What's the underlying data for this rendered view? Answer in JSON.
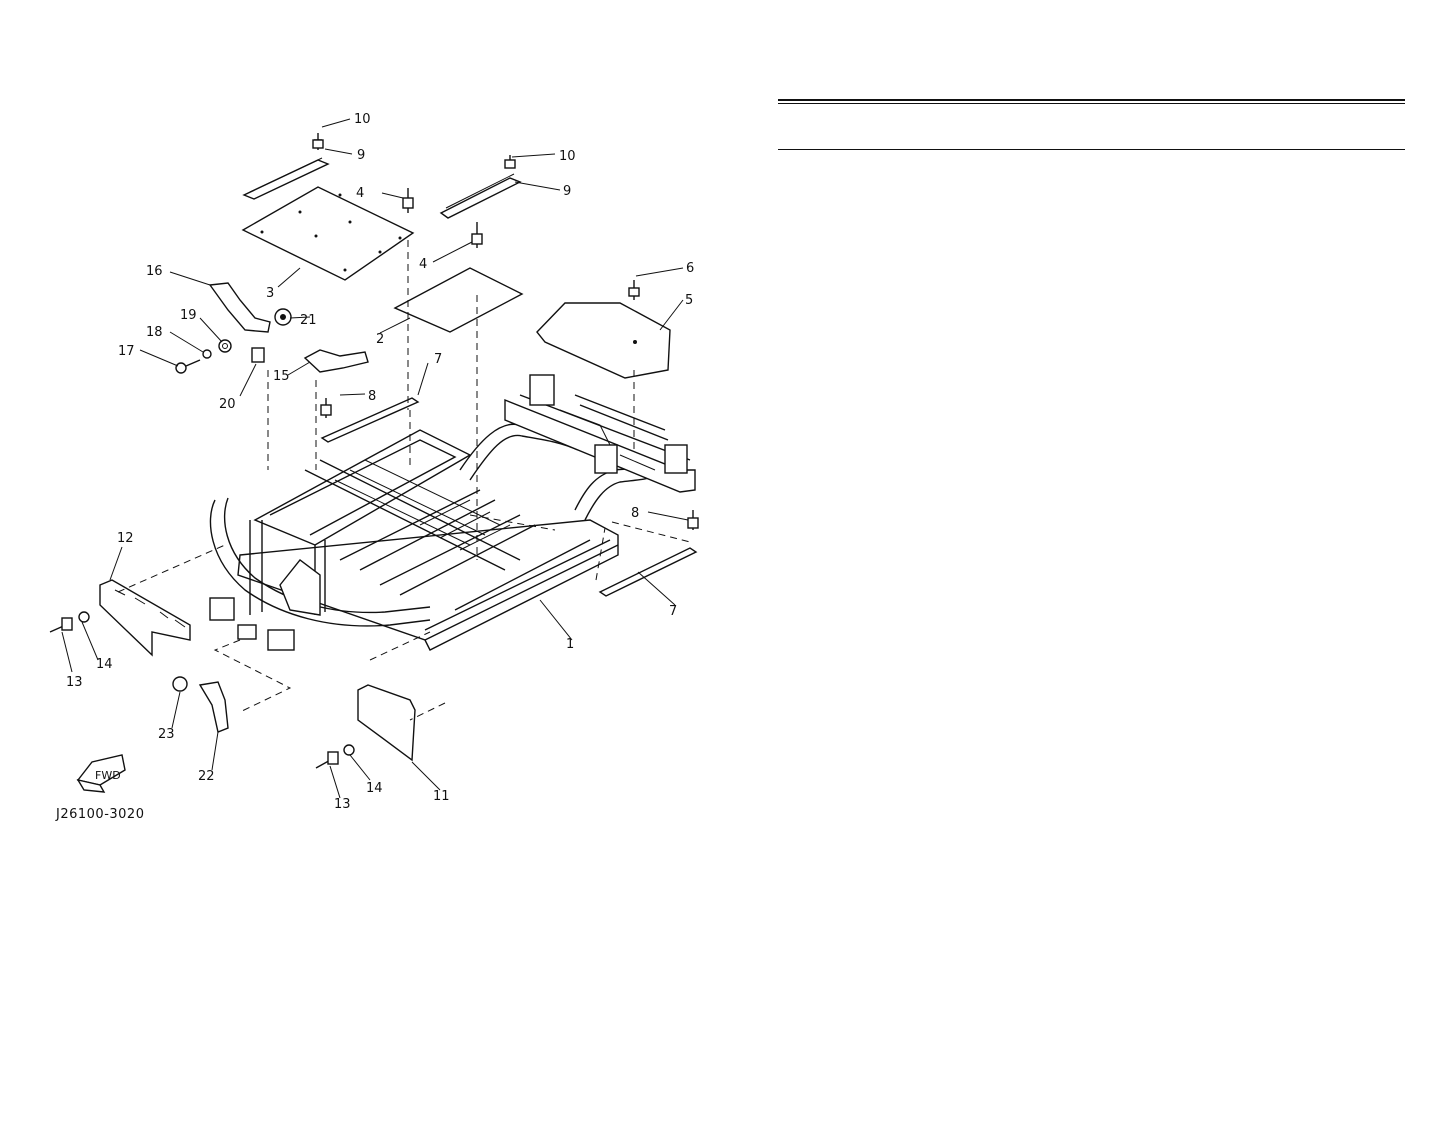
{
  "diagram": {
    "drawing_code": "J26100-3020",
    "fwd_label": "FWD",
    "callouts": {
      "p1": "1",
      "p2": "2",
      "p3": "3",
      "p4a": "4",
      "p4b": "4",
      "p5": "5",
      "p6": "6",
      "p7a": "7",
      "p7b": "7",
      "p8a": "8",
      "p8b": "8",
      "p9a": "9",
      "p9b": "9",
      "p10a": "10",
      "p10b": "10",
      "p11": "11",
      "p12": "12",
      "p13a": "13",
      "p13b": "13",
      "p14a": "14",
      "p14b": "14",
      "p15": "15",
      "p16": "16",
      "p17": "17",
      "p18": "18",
      "p19": "19",
      "p20": "20",
      "p21": "21",
      "p22": "22",
      "p23": "23"
    }
  }
}
